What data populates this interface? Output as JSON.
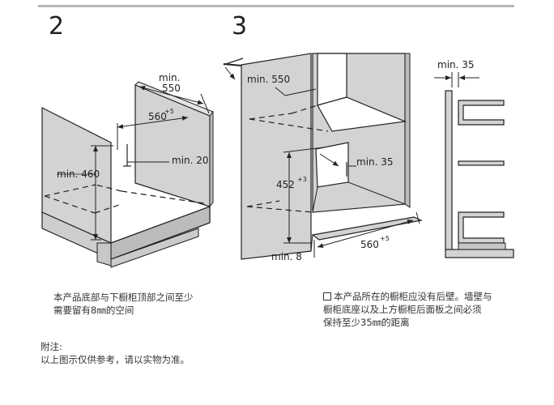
{
  "steps": {
    "step2": "2",
    "step3": "3"
  },
  "figure2": {
    "labels": {
      "min550_a": "min.",
      "min550_b": "550",
      "w560": "560",
      "w560_sup": "+5",
      "min20": "min. 20",
      "min460": "min. 460"
    }
  },
  "figure3": {
    "labels": {
      "min550": "min. 550",
      "min35_mid": "min. 35",
      "h452": "452",
      "h452_sup": "+3",
      "min8": "min. 8",
      "w560": "560",
      "w560_sup": "+5"
    }
  },
  "figure4": {
    "labels": {
      "min35_top": "min. 35"
    }
  },
  "captions": {
    "cap2_line1": "本产品底部与下橱柜顶部之间至少",
    "cap2_line2": "需要留有8㎜的空间",
    "cap3_line1": "本产品所在的橱柜应没有后壁。墙壁与",
    "cap3_line2": "橱柜底座以及上方橱柜后面板之间必须",
    "cap3_line3": "保持至少35㎜的距离"
  },
  "footnote": {
    "title": "附注:",
    "text": "以上图示仅供参考，请以实物为准。"
  },
  "colors": {
    "panel": "#d4d2d2",
    "panel_dark": "#bdbbbb",
    "line": "#222222",
    "topbar": "#b8b8b8"
  }
}
